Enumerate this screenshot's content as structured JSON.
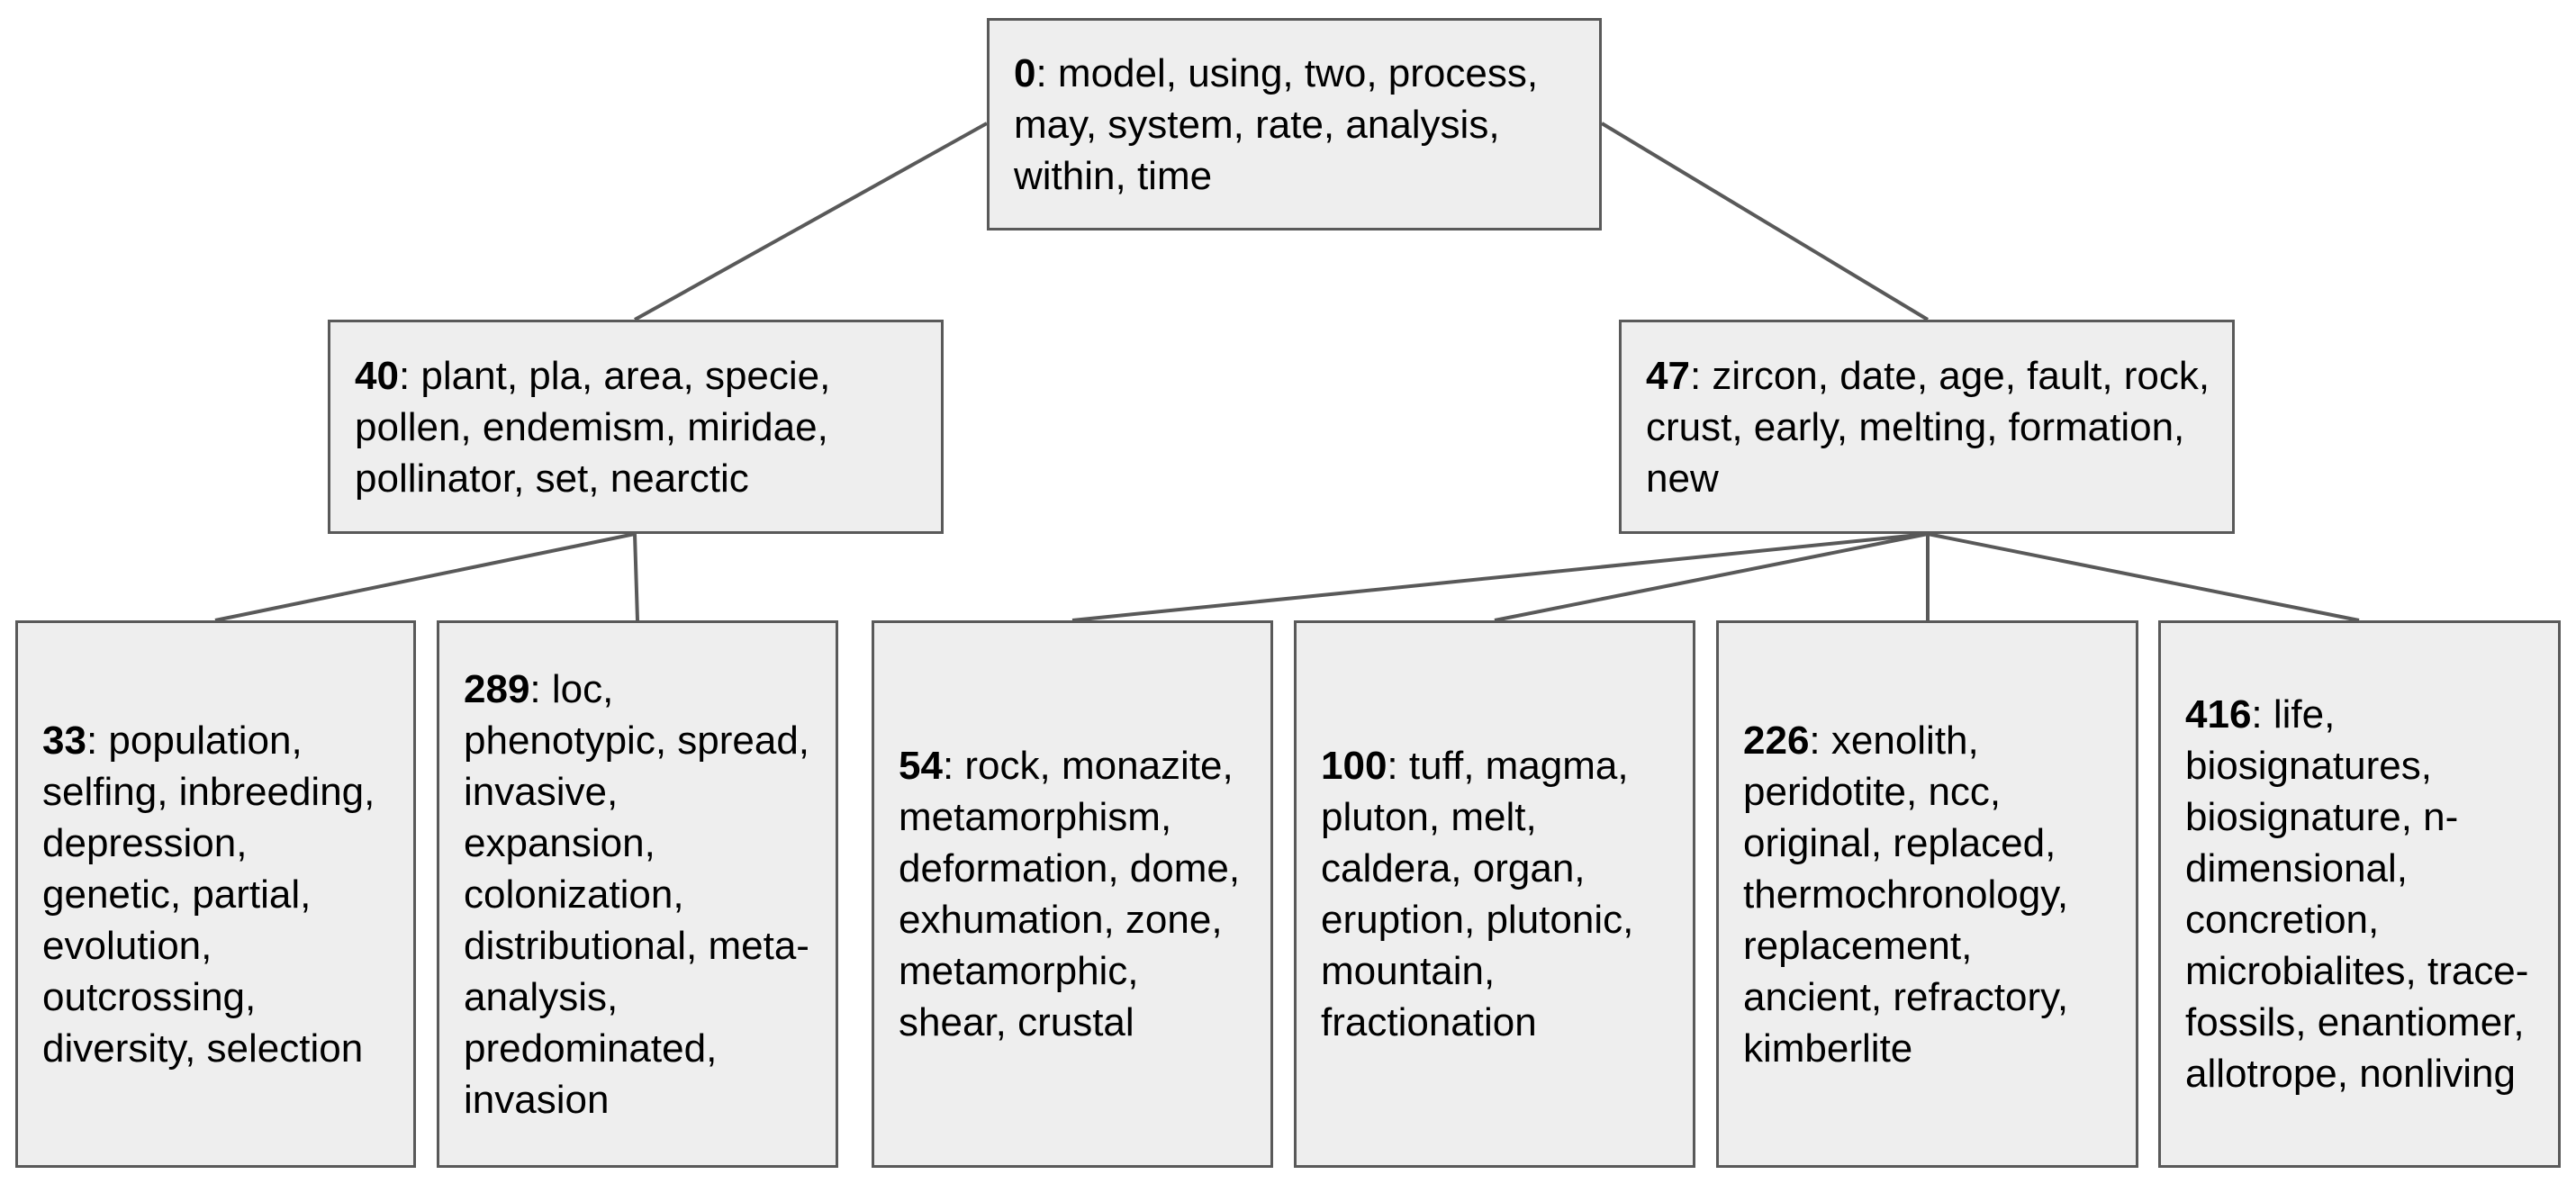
{
  "nodes": {
    "n0": {
      "id": "0",
      "terms": ": model, using, two, process, may, system, rate, analysis, within, time"
    },
    "n40": {
      "id": "40",
      "terms": ": plant, pla, area, specie, pollen, endemism, miridae, pollinator, set, nearctic"
    },
    "n47": {
      "id": "47",
      "terms": ": zircon, date, age, fault, rock, crust, early, melting, formation, new"
    },
    "n33": {
      "id": "33",
      "terms": ": population, selfing, inbreeding, depression, genetic, partial, evolution, outcrossing, diversity, selection"
    },
    "n289": {
      "id": "289",
      "terms": ": loc, phenotypic, spread, invasive, expansion, colonization, distributional, meta-analysis, predominated, invasion"
    },
    "n54": {
      "id": "54",
      "terms": ": rock, monazite, metamorphism, deformation, dome, exhumation, zone, metamorphic, shear, crustal"
    },
    "n100": {
      "id": "100",
      "terms": ": tuff, magma, pluton, melt, caldera, organ, eruption, plutonic, mountain, fractionation"
    },
    "n226": {
      "id": "226",
      "terms": ": xenolith, peridotite, ncc, original, replaced, thermochronology, replacement, ancient, refractory, kimberlite"
    },
    "n416": {
      "id": "416",
      "terms": ": life, biosignatures, biosignature, n-dimensional, concretion, microbialites, trace-fossils, enantiomer, allotrope, nonliving"
    }
  },
  "edges": [
    {
      "from": "0",
      "to": "40"
    },
    {
      "from": "0",
      "to": "47"
    },
    {
      "from": "40",
      "to": "33"
    },
    {
      "from": "40",
      "to": "289"
    },
    {
      "from": "47",
      "to": "54"
    },
    {
      "from": "47",
      "to": "100"
    },
    {
      "from": "47",
      "to": "226"
    },
    {
      "from": "47",
      "to": "416"
    }
  ],
  "colors": {
    "node_fill": "#eeeeee",
    "node_border": "#595959",
    "connector": "#595959",
    "text": "#000000"
  }
}
